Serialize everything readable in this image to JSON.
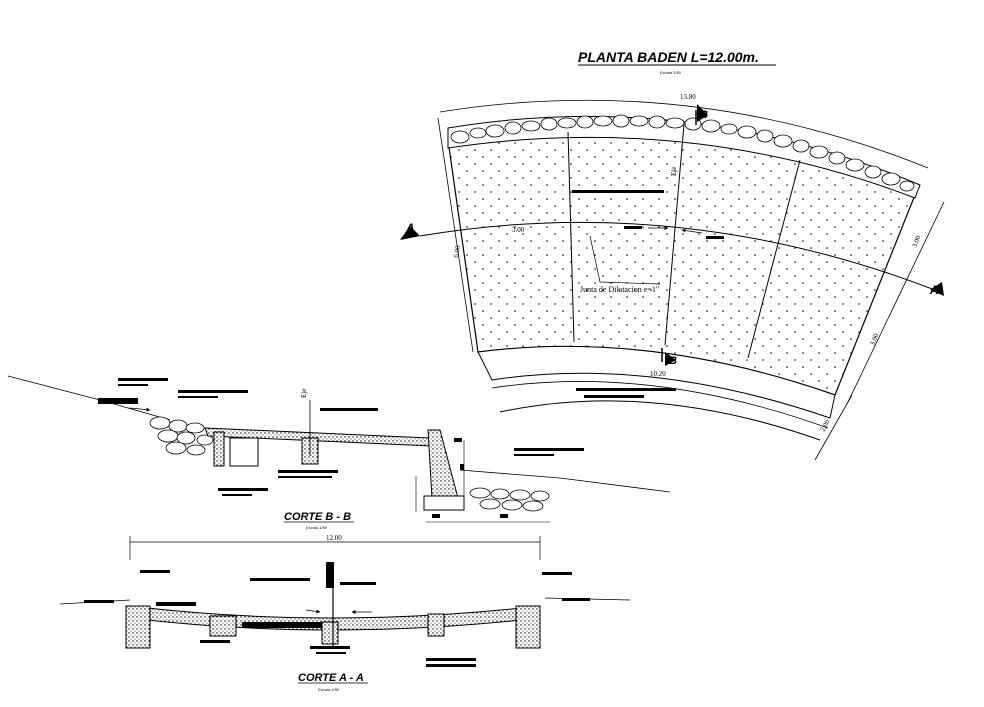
{
  "plan": {
    "title": "PLANTA BADEN L=12.00m.",
    "scale": "Escala 1/50",
    "dim_top": "13.80",
    "dim_bottom": "10.20",
    "dim_left": "6.00",
    "dim_span": "3.00",
    "dim_right_a": "3.00",
    "dim_right_b": "3.00",
    "dim_right_c": "2.00",
    "axis_label": "Eje",
    "joint_label": "Junta de Dilatacion e=1\"",
    "section_a": "A",
    "section_b": "B"
  },
  "corte_bb": {
    "title": "CORTE B - B",
    "scale": "Escala 1/50",
    "axis_label": "Eje"
  },
  "corte_aa": {
    "title": "CORTE A - A",
    "scale": "Escala 1/50",
    "dim_total": "12.00"
  }
}
